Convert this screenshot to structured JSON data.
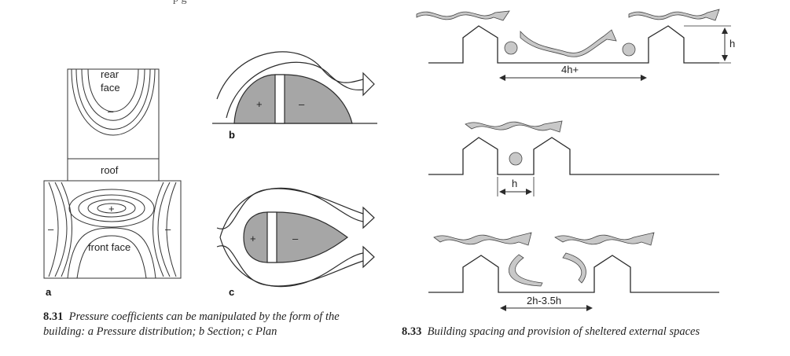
{
  "top_fragment": "p                    g",
  "fig831": {
    "labels": {
      "rear_face_1": "rear",
      "rear_face_2": "face",
      "minus": "–",
      "plus": "+",
      "roof": "roof",
      "front_face": "front face"
    },
    "panels": {
      "a": "a",
      "b": "b",
      "c": "c"
    },
    "caption": {
      "number": "8.31",
      "text_line1": "Pressure coefficients can be manipulated by the form of the",
      "text_line2": "building: a Pressure distribution; b Section; c Plan"
    }
  },
  "fig833": {
    "dims": {
      "h_top": "h",
      "spacing_top": "4h+",
      "spacing_mid": "h",
      "spacing_bottom": "2h-3.5h"
    },
    "caption": {
      "number": "8.33",
      "text": "Building spacing and provision of sheltered external spaces"
    }
  },
  "colors": {
    "fill_grey": "#a6a6a6",
    "stroke": "#2b2b2b",
    "ribbon": "#c8c8c8"
  }
}
